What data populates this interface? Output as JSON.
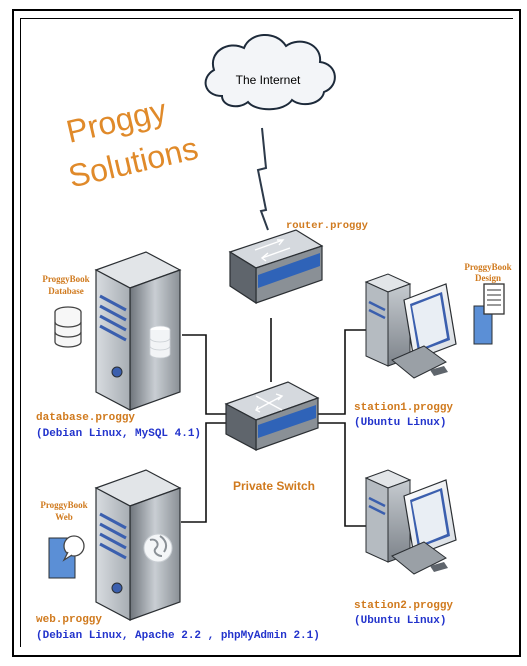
{
  "brand": {
    "line1": "Proggy",
    "line2": "Solutions",
    "color": "#e08a2a"
  },
  "cloud": {
    "label": "The Internet"
  },
  "router": {
    "label": "router.proggy"
  },
  "switch": {
    "label": "Private Switch"
  },
  "database": {
    "icon_caption_line1": "ProggyBook",
    "icon_caption_line2": "Database",
    "hostname": "database.proggy",
    "details": "(Debian Linux, MySQL 4.1)"
  },
  "web": {
    "icon_caption_line1": "ProggyBook",
    "icon_caption_line2": "Web",
    "hostname": "web.proggy",
    "details": "(Debian Linux, Apache 2.2 , phpMyAdmin 2.1)"
  },
  "station1": {
    "hostname": "station1.proggy",
    "details": "(Ubuntu Linux)"
  },
  "station2": {
    "hostname": "station2.proggy",
    "details": "(Ubuntu Linux)"
  },
  "design": {
    "icon_caption_line1": "ProggyBook",
    "icon_caption_line2": "Design"
  },
  "colors": {
    "orange_label": "#d07a1e",
    "blue_label": "#2233cc",
    "server_body": "#9aa0a6",
    "server_stripe": "#3b5fae",
    "icon_blue": "#5b8fd6"
  }
}
